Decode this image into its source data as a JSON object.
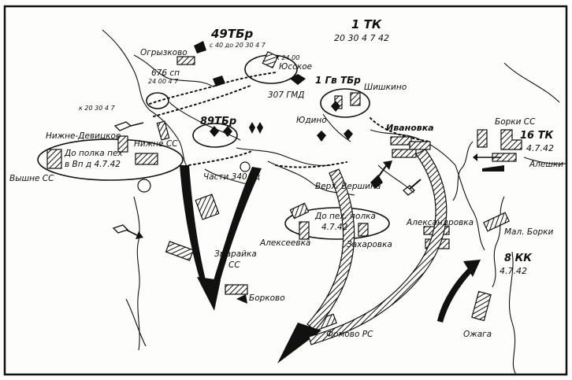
{
  "map": {
    "labels": {
      "tk1": "1 ТК",
      "tk1_date": "20 30 4 7 42",
      "tbr49": "49ТБр",
      "tbr49_note": "с 40 до 20 30 4 7",
      "ogryzkovo": "Огрызково",
      "sp676": "676 сп",
      "sp676_time": "24 00 4 7",
      "k20304": "к 20 30 4 7",
      "yuskoe": "Юсское",
      "k2400": "к 24 00",
      "gmd307": "307 ГМД",
      "gvtbr1": "1 Гв ТБр",
      "shishkino": "Шишкино",
      "tbr89": "89ТБр",
      "yudino": "Юдино",
      "ivanovka": "Ивановка",
      "borki_ss": "Борки СС",
      "tk16": "16 ТК",
      "tk16_date": "4.7.42",
      "aleshki": "Алешки",
      "nizhne_devitsa": "Нижне-Девицкое",
      "nizhne_ss": "Нижне СС",
      "do_polka": "До полка пех",
      "vvpd": "в Вп д 4.7.42",
      "vyshne_ss": "Вышне СС",
      "chasti": "Части 340 сд",
      "verkh_vershina": "Верх. Вершина",
      "do_polka_2": "До пех. полка",
      "date_2": "4.7.42",
      "aleksandrovka": "Александровка",
      "alekseevka": "Алексеевка",
      "zakharovka": "Захаровка",
      "mal_borki": "Мал. Борки",
      "kk8": "8 КК",
      "kk8_date": "4.7.42",
      "zmaraika": "Змарайка",
      "zmaraika_ss": "СС",
      "borkovo": "Борково",
      "fomovo": "Фомово РС",
      "ozhega": "Ожага"
    },
    "colors": {
      "ink": "#111111",
      "paper": "#fdfdfb"
    }
  }
}
